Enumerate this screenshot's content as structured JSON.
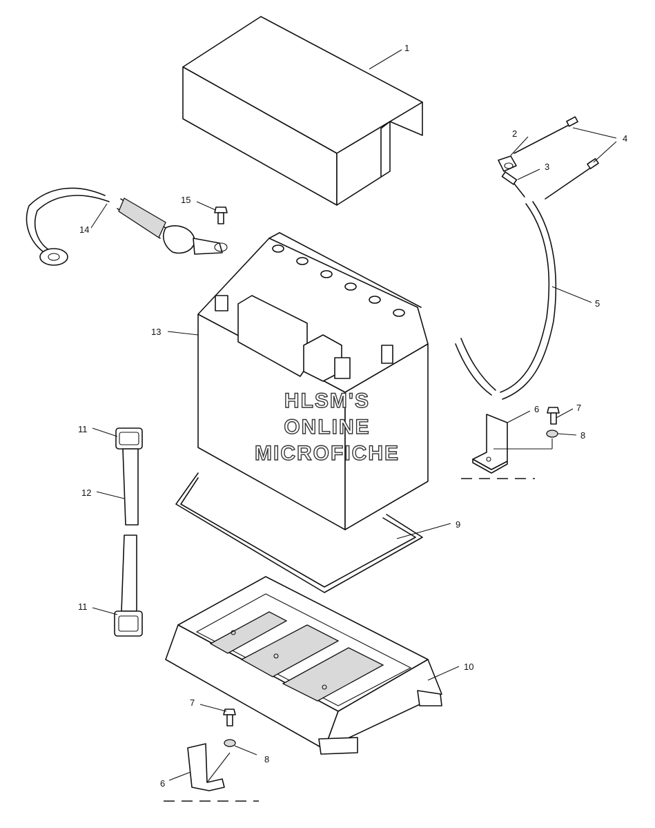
{
  "watermark": {
    "line1": "HLSM'S",
    "line2": "ONLINE",
    "line3": "MICROFICHE"
  },
  "callouts": {
    "c1": "1",
    "c2": "2",
    "c3": "3",
    "c4": "4",
    "c5": "5",
    "c6a": "6",
    "c7a": "7",
    "c8a": "8",
    "c9": "9",
    "c10": "10",
    "c11a": "11",
    "c12": "12",
    "c11b": "11",
    "c13": "13",
    "c14": "14",
    "c15": "15",
    "c7b": "7",
    "c8b": "8",
    "c6b": "6"
  }
}
